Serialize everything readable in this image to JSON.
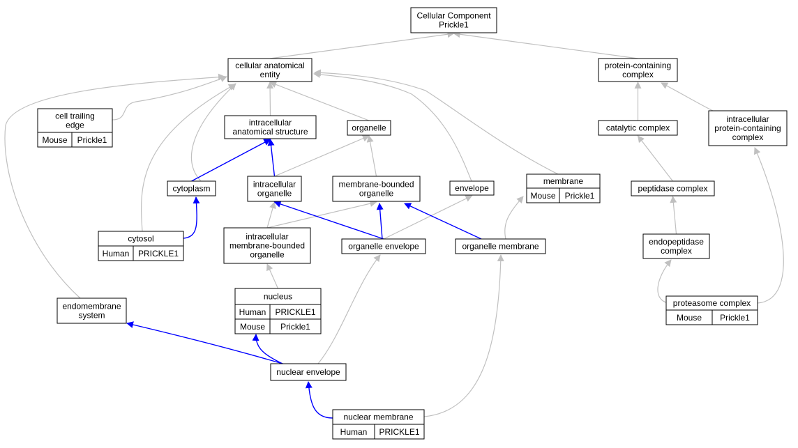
{
  "colors": {
    "human": "#ff6347",
    "mouse": "#add8e6",
    "edge_gray": "#c0c0c0",
    "edge_blue": "#0000ff"
  },
  "nodes": {
    "root": {
      "lines": [
        "Cellular Component",
        "Prickle1"
      ]
    },
    "cae": {
      "lines": [
        "cellular anatomical",
        "entity"
      ]
    },
    "pcc": {
      "lines": [
        "protein-containing",
        "complex"
      ]
    },
    "cte": {
      "lines": [
        "cell trailing",
        "edge"
      ],
      "cells": [
        [
          "Mouse",
          "Prickle1"
        ]
      ]
    },
    "ias": {
      "lines": [
        "intracellular",
        "anatomical structure"
      ]
    },
    "organelle": {
      "lines": [
        "organelle"
      ]
    },
    "catc": {
      "lines": [
        "catalytic complex"
      ]
    },
    "ipcc": {
      "lines": [
        "intracellular",
        "protein-containing",
        "complex"
      ]
    },
    "membrane": {
      "lines": [
        "membrane"
      ],
      "cells": [
        [
          "Mouse",
          "Prickle1"
        ]
      ]
    },
    "cytoplasm": {
      "lines": [
        "cytoplasm"
      ]
    },
    "io": {
      "lines": [
        "intracellular",
        "organelle"
      ]
    },
    "mbo": {
      "lines": [
        "membrane-bounded",
        "organelle"
      ]
    },
    "envelope": {
      "lines": [
        "envelope"
      ]
    },
    "pepc": {
      "lines": [
        "peptidase complex"
      ]
    },
    "cytosol": {
      "lines": [
        "cytosol"
      ],
      "cells": [
        [
          "Human",
          "PRICKLE1"
        ]
      ]
    },
    "imbo": {
      "lines": [
        "intracellular",
        "membrane-bounded",
        "organelle"
      ]
    },
    "oe": {
      "lines": [
        "organelle envelope"
      ]
    },
    "om": {
      "lines": [
        "organelle membrane"
      ]
    },
    "endopc": {
      "lines": [
        "endopeptidase",
        "complex"
      ]
    },
    "nucleus": {
      "lines": [
        "nucleus"
      ],
      "cells": [
        [
          "Human",
          "PRICKLE1"
        ],
        [
          "Mouse",
          "Prickle1"
        ]
      ]
    },
    "es": {
      "lines": [
        "endomembrane",
        "system"
      ]
    },
    "proteasome": {
      "lines": [
        "proteasome complex"
      ],
      "cells": [
        [
          "Mouse",
          "Prickle1"
        ]
      ]
    },
    "ne": {
      "lines": [
        "nuclear envelope"
      ]
    },
    "nm": {
      "lines": [
        "nuclear membrane"
      ],
      "cells": [
        [
          "Human",
          "PRICKLE1"
        ]
      ]
    }
  },
  "edges": [
    {
      "from": "cae",
      "to": "root",
      "kind": "is_a"
    },
    {
      "from": "pcc",
      "to": "root",
      "kind": "is_a"
    },
    {
      "from": "cte",
      "to": "cae",
      "kind": "is_a"
    },
    {
      "from": "ias",
      "to": "cae",
      "kind": "is_a"
    },
    {
      "from": "organelle",
      "to": "cae",
      "kind": "is_a"
    },
    {
      "from": "cytoplasm",
      "to": "cae",
      "kind": "is_a"
    },
    {
      "from": "cytosol",
      "to": "cae",
      "kind": "is_a"
    },
    {
      "from": "es",
      "to": "cae",
      "kind": "is_a"
    },
    {
      "from": "envelope",
      "to": "cae",
      "kind": "is_a"
    },
    {
      "from": "membrane",
      "to": "cae",
      "kind": "is_a"
    },
    {
      "from": "catc",
      "to": "pcc",
      "kind": "is_a"
    },
    {
      "from": "ipcc",
      "to": "pcc",
      "kind": "is_a"
    },
    {
      "from": "cytoplasm",
      "to": "ias",
      "kind": "part_of"
    },
    {
      "from": "io",
      "to": "ias",
      "kind": "part_of"
    },
    {
      "from": "io",
      "to": "organelle",
      "kind": "is_a"
    },
    {
      "from": "mbo",
      "to": "organelle",
      "kind": "is_a"
    },
    {
      "from": "cytosol",
      "to": "cytoplasm",
      "kind": "part_of"
    },
    {
      "from": "imbo",
      "to": "io",
      "kind": "is_a"
    },
    {
      "from": "imbo",
      "to": "mbo",
      "kind": "is_a"
    },
    {
      "from": "oe",
      "to": "io",
      "kind": "part_of"
    },
    {
      "from": "oe",
      "to": "mbo",
      "kind": "part_of"
    },
    {
      "from": "oe",
      "to": "envelope",
      "kind": "is_a"
    },
    {
      "from": "om",
      "to": "mbo",
      "kind": "part_of"
    },
    {
      "from": "om",
      "to": "membrane",
      "kind": "is_a"
    },
    {
      "from": "pepc",
      "to": "catc",
      "kind": "is_a"
    },
    {
      "from": "endopc",
      "to": "pepc",
      "kind": "is_a"
    },
    {
      "from": "proteasome",
      "to": "endopc",
      "kind": "is_a"
    },
    {
      "from": "proteasome",
      "to": "ipcc",
      "kind": "is_a"
    },
    {
      "from": "nucleus",
      "to": "imbo",
      "kind": "is_a"
    },
    {
      "from": "ne",
      "to": "nucleus",
      "kind": "part_of"
    },
    {
      "from": "ne",
      "to": "es",
      "kind": "part_of"
    },
    {
      "from": "ne",
      "to": "oe",
      "kind": "is_a"
    },
    {
      "from": "nm",
      "to": "ne",
      "kind": "part_of"
    },
    {
      "from": "nm",
      "to": "om",
      "kind": "is_a"
    }
  ]
}
